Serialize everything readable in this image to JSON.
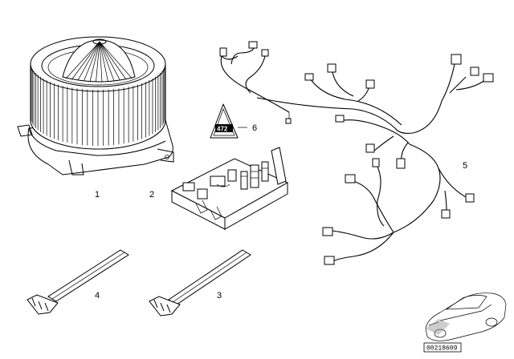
{
  "diagram": {
    "callouts": [
      {
        "id": "1",
        "text": "1"
      },
      {
        "id": "2",
        "text": "2"
      },
      {
        "id": "3",
        "text": "3"
      },
      {
        "id": "4",
        "text": "4"
      },
      {
        "id": "5",
        "text": "5"
      },
      {
        "id": "6",
        "text": "6"
      }
    ],
    "warning_label_text": "472",
    "drawing_code": "00218609"
  }
}
